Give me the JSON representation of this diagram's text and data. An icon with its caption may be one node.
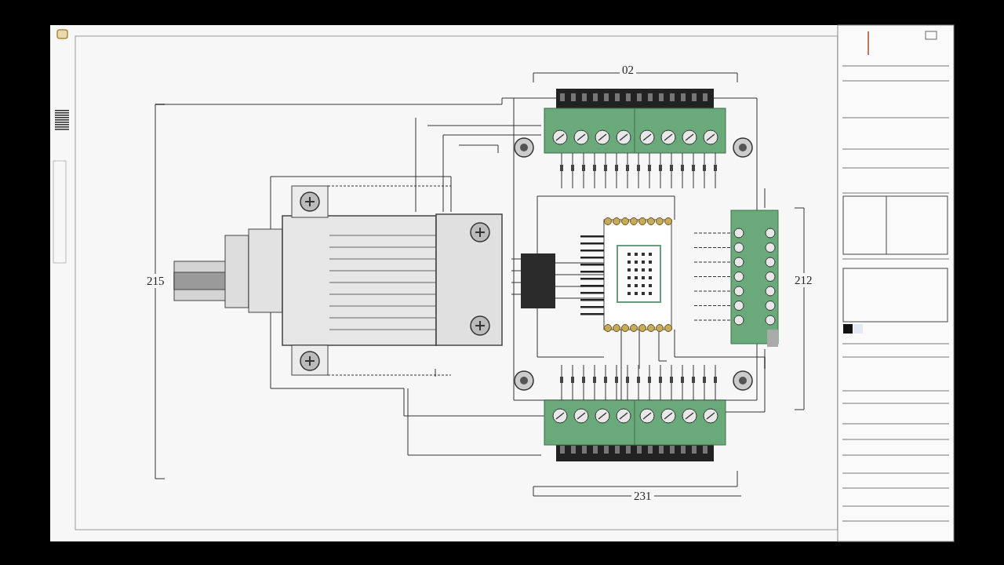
{
  "diagram": {
    "labels": [
      "02",
      "215",
      "212",
      "231"
    ]
  }
}
